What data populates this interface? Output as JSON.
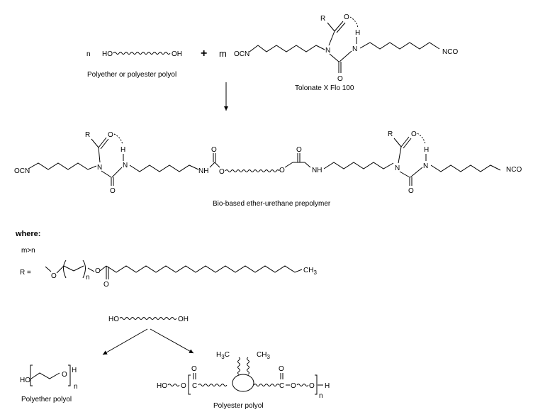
{
  "reaction": {
    "coef_n": "n",
    "coef_m": "m",
    "plus": "+",
    "polyol_left_end": "HO",
    "polyol_right_end": "OH",
    "polyol_caption": "Polyether or polyester polyol",
    "tolonate_caption": "Tolonate X Flo 100",
    "ocn": "OCN",
    "nco": "NCO",
    "r": "R",
    "o": "O",
    "n_atom": "N",
    "h": "H"
  },
  "prepolymer": {
    "ocn": "OCN",
    "nco": "NCO",
    "nh": "NH",
    "caption": "Bio-based ether-urethane prepolymer"
  },
  "where": {
    "heading": "where:",
    "condition": "m>n",
    "r_label": "R =",
    "ch3": "CH",
    "ch3_sub": "3",
    "n_sub": "n"
  },
  "bottom": {
    "ho": "HO",
    "oh": "OH",
    "polyether_caption": "Polyether polyol",
    "polyester_caption": "Polyester polyol",
    "h3c": "H",
    "h3c_sub": "3",
    "c": "C",
    "ch3": "CH",
    "ch3_sub": "3",
    "c_atom": "C"
  }
}
